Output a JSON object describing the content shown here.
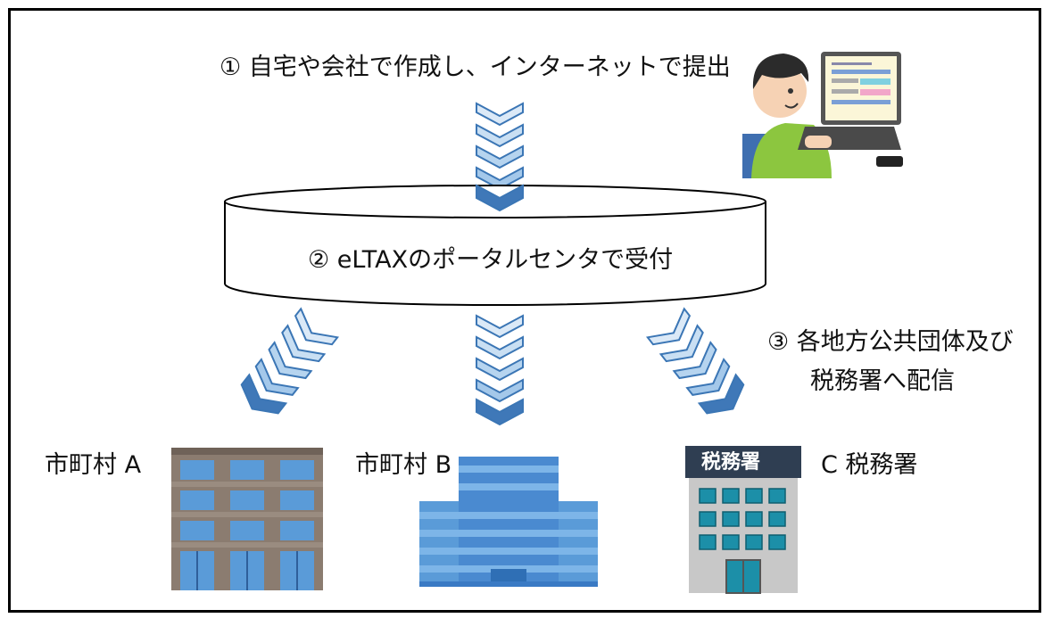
{
  "steps": {
    "step1": "① 自宅や会社で作成し、インターネットで提出",
    "step2": "② eLTAXのポータルセンタで受付",
    "step3_line1": "③ 各地方公共団体及び",
    "step3_line2": "税務署へ配信"
  },
  "destinations": {
    "a": "市町村 A",
    "b": "市町村 B",
    "c": "C 税務署"
  },
  "tax_office_sign": "税務署",
  "colors": {
    "arrow_light": "#c9dff3",
    "arrow_mid": "#a4c8ea",
    "arrow_dark": "#3f78b8",
    "arrow_stroke": "#3b76b5",
    "building_blue": "#5a9bd8",
    "building_gray": "#8b7c70"
  },
  "icons": [
    "person-at-computer-icon",
    "apartment-building-icon",
    "office-building-icon",
    "tax-office-building-icon",
    "chevron-arrow-icon"
  ]
}
